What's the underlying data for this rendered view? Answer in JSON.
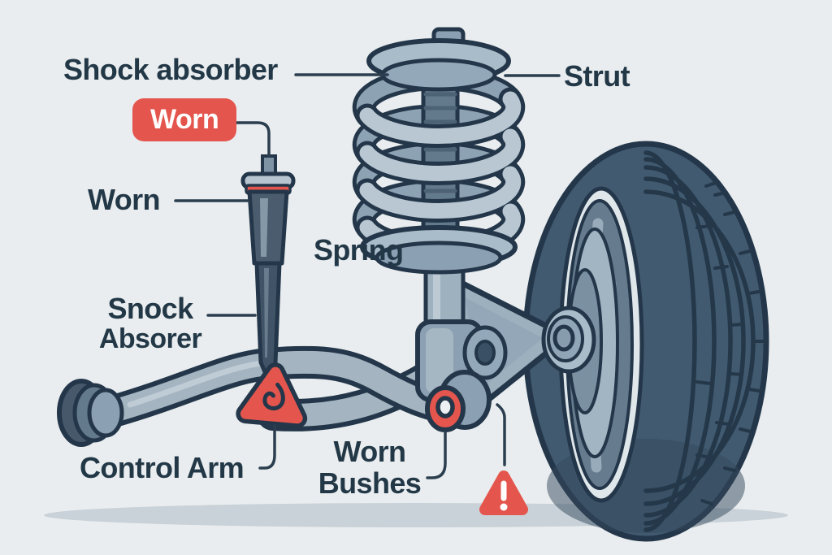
{
  "colors": {
    "background": "#e9edef",
    "ink": "#233847",
    "line": "#2b3e4f",
    "alert_red": "#e4564d",
    "badge_text": "#ffffff",
    "shadow": "#c9d2d8",
    "metal_light": "#a9bcc9",
    "metal_mid": "#8ba0b2",
    "metal_dark": "#5d7384",
    "shock_body": "#46586a",
    "tire": "#415a70",
    "rim_white": "#e0e7eb",
    "coil_front": "#b9c7d2",
    "coil_back": "#8da2b2"
  },
  "diagram": {
    "title_context": "Car suspension worn parts diagram",
    "labels": {
      "shock_absorber": "Shock absorber",
      "worn_badge": "Worn",
      "worn": "Worn",
      "spring": "Spring",
      "snock_line1": "Snock",
      "snock_line2": "Absorer",
      "strut": "Strut",
      "control_arm": "Control Arm",
      "worn_bushes_line1": "Worn",
      "worn_bushes_line2": "Bushes"
    },
    "icons": {
      "warning": "warning-triangle-exclamation",
      "leak_drop": "leak-drop",
      "worn_bushing": "red-donut-bushing"
    }
  }
}
